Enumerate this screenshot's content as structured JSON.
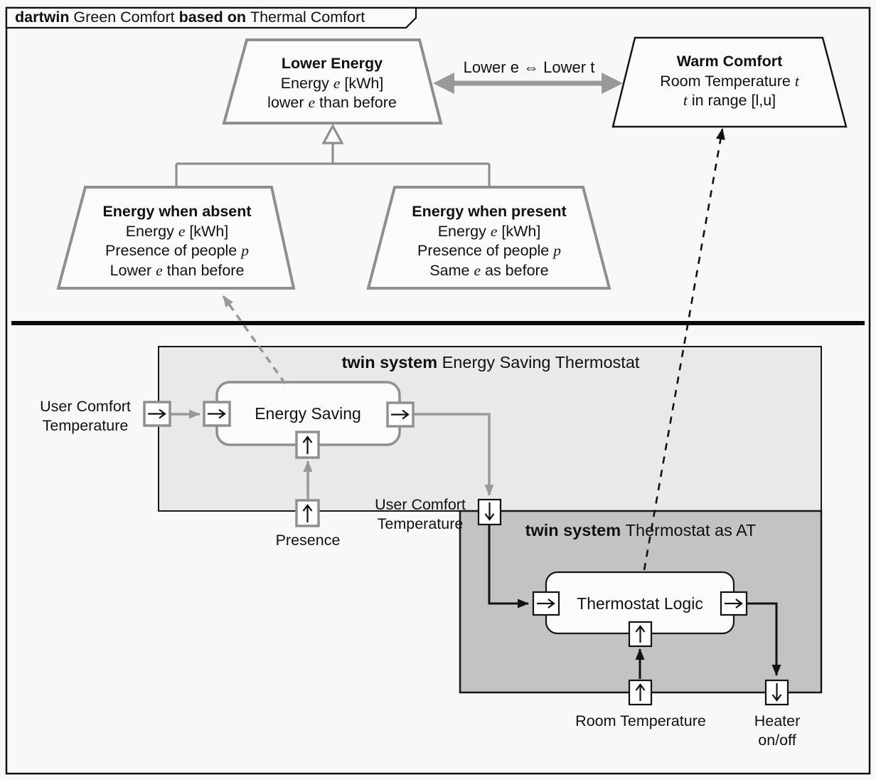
{
  "colors": {
    "background": "#f8f8f8",
    "goal_border_gray": "#8f8f8f",
    "connector_gray": "#999999",
    "twin1_fill": "#e9e9e9",
    "twin2_fill": "#c3c3c3",
    "ink_black": "#111111"
  },
  "frame": {
    "title_segments": [
      {
        "t": "dartwin ",
        "b": true
      },
      {
        "t": "Green Comfort ",
        "b": false
      },
      {
        "t": "based on ",
        "b": true
      },
      {
        "t": "Thermal Comfort",
        "b": false
      }
    ]
  },
  "goals": {
    "lower_energy": {
      "title": "Lower Energy",
      "line1": [
        {
          "t": "Energy "
        },
        {
          "t": "e",
          "v": true
        },
        {
          "t": " [kWh]"
        }
      ],
      "line2": [
        {
          "t": "lower "
        },
        {
          "t": "e",
          "v": true
        },
        {
          "t": " than before"
        }
      ]
    },
    "warm_comfort": {
      "title": "Warm Comfort",
      "line1": [
        {
          "t": "Room Temperature "
        },
        {
          "t": "t",
          "v": true
        }
      ],
      "line2": [
        {
          "t": "t",
          "v": true
        },
        {
          "t": " in range [l,u]"
        }
      ]
    },
    "energy_when_absent": {
      "title": "Energy when absent",
      "line1": [
        {
          "t": "Energy "
        },
        {
          "t": "e",
          "v": true
        },
        {
          "t": " [kWh]"
        }
      ],
      "line2": [
        {
          "t": "Presence of people "
        },
        {
          "t": "p",
          "v": true
        }
      ],
      "line3": [
        {
          "t": "Lower "
        },
        {
          "t": "e",
          "v": true
        },
        {
          "t": " than before"
        }
      ]
    },
    "energy_when_present": {
      "title": "Energy when present",
      "line1": [
        {
          "t": "Energy "
        },
        {
          "t": "e",
          "v": true
        },
        {
          "t": " [kWh]"
        }
      ],
      "line2": [
        {
          "t": "Presence of people "
        },
        {
          "t": "p",
          "v": true
        }
      ],
      "line3": [
        {
          "t": "Same "
        },
        {
          "t": "e",
          "v": true
        },
        {
          "t": " as before"
        }
      ]
    }
  },
  "relation": {
    "label": "Lower e ⇔ Lower t"
  },
  "twin_system_1": {
    "title_segments": [
      {
        "t": "twin system ",
        "b": true
      },
      {
        "t": "Energy Saving Thermostat"
      }
    ],
    "block_label": "Energy Saving",
    "labels": {
      "user_comfort_line1": "User Comfort",
      "user_comfort_line2": "Temperature",
      "presence": "Presence"
    }
  },
  "twin_system_2": {
    "title_segments": [
      {
        "t": "twin system ",
        "b": true
      },
      {
        "t": "Thermostat as AT"
      }
    ],
    "block_label": "Thermostat Logic",
    "labels": {
      "user_comfort_line1": "User Comfort",
      "user_comfort_line2": "Temperature",
      "room_temperature": "Room Temperature",
      "heater_line1": "Heater",
      "heater_line2": "on/off"
    }
  }
}
